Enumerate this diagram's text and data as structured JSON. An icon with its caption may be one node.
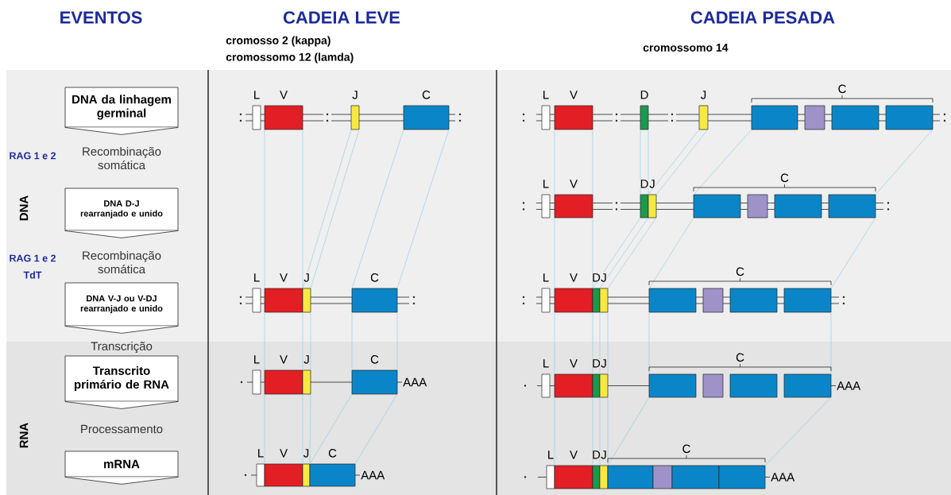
{
  "diagram": {
    "nodes": [
      {
        "text": [
          "DNA da linhagem germinal"
        ]
      },
      {
        "text": [
          "DNA D-J rearranjado e unido"
        ]
      },
      {
        "text": [
          "DNA V-J ou V-DJ rearranjado e unido"
        ]
      },
      {
        "text": [
          "Transcrito primário de RNA"
        ]
      },
      {
        "text": [
          "mRNA"
        ]
      },
      {
        "text": [
          "L"
        ]
      },
      {
        "text": [
          "V"
        ]
      },
      {
        "text": [
          "J"
        ]
      },
      {
        "text": [
          "C"
        ]
      },
      {
        "text": [
          "L"
        ]
      },
      {
        "text": [
          "V"
        ]
      },
      {
        "text": [
          "J"
        ]
      },
      {
        "text": [
          "C"
        ]
      },
      {
        "text": [
          "L"
        ]
      },
      {
        "text": [
          "V"
        ]
      },
      {
        "text": [
          "J"
        ]
      },
      {
        "text": [
          "C"
        ],
        "beside": [
          "AAA"
        ]
      },
      {
        "text": [
          "L"
        ]
      },
      {
        "text": [
          "V"
        ]
      },
      {
        "text": [
          "J"
        ]
      },
      {
        "text": [
          "C"
        ],
        "beside": [
          "AAA"
        ]
      },
      {
        "text": [
          "L"
        ]
      },
      {
        "text": [
          "V"
        ]
      },
      {
        "text": [
          "D"
        ]
      },
      {
        "text": [
          "J"
        ]
      },
      {
        "text": [
          "C"
        ]
      },
      {
        "text": [
          "L"
        ]
      },
      {
        "text": [
          "V"
        ]
      },
      {
        "text": [
          "D"
        ]
      },
      {
        "text": [
          "J"
        ]
      },
      {
        "text": [
          "C"
        ]
      },
      {
        "text": [
          "L"
        ]
      },
      {
        "text": [
          "V"
        ]
      },
      {
        "text": [
          "D"
        ]
      },
      {
        "text": [
          "J"
        ]
      },
      {
        "text": [
          "C"
        ]
      },
      {
        "text": [
          "L"
        ]
      },
      {
        "text": [
          "V"
        ]
      },
      {
        "text": [
          "D"
        ]
      },
      {
        "text": [
          "J"
        ]
      },
      {
        "text": [
          "C"
        ],
        "beside": [
          "AAA"
        ]
      },
      {
        "text": [
          "L"
        ]
      },
      {
        "text": [
          "V"
        ]
      },
      {
        "text": [
          "D"
        ]
      },
      {
        "text": [
          "J"
        ]
      },
      {
        "text": [
          "C"
        ],
        "beside": [
          "AAA"
        ]
      }
    ],
    "edges": [
      {
        "from": 6,
        "to": 10,
        "arrow": "none"
      },
      {
        "from": 6,
        "to": 10,
        "arrow": "none"
      },
      {
        "from": 7,
        "to": 11,
        "arrow": "none"
      },
      {
        "from": 7,
        "to": 11,
        "arrow": "none"
      },
      {
        "from": 8,
        "to": 12,
        "arrow": "none"
      },
      {
        "from": 8,
        "to": 12,
        "arrow": "none"
      },
      {
        "from": 10,
        "to": 14,
        "arrow": "none"
      },
      {
        "from": 10,
        "to": 14,
        "arrow": "none"
      },
      {
        "from": 11,
        "to": 15,
        "arrow": "none"
      },
      {
        "from": 12,
        "to": 16,
        "arrow": "none"
      },
      {
        "from": 12,
        "to": 16,
        "arrow": "none"
      },
      {
        "from": 14,
        "to": 18,
        "arrow": "none"
      },
      {
        "from": 14,
        "to": 18,
        "arrow": "none"
      },
      {
        "from": 15,
        "to": 19,
        "arrow": "none"
      },
      {
        "from": 16,
        "to": 20,
        "arrow": "none"
      },
      {
        "from": 16,
        "to": 20,
        "arrow": "none"
      },
      {
        "from": 22,
        "to": 27,
        "arrow": "none"
      },
      {
        "from": 22,
        "to": 27,
        "arrow": "none"
      },
      {
        "from": 23,
        "to": 28,
        "arrow": "none"
      },
      {
        "from": 23,
        "to": 28,
        "arrow": "none"
      },
      {
        "from": 24,
        "to": 29,
        "arrow": "none"
      },
      {
        "from": 24,
        "to": 29,
        "arrow": "none"
      },
      {
        "from": 25,
        "to": 30,
        "arrow": "none"
      },
      {
        "from": 25,
        "to": 30,
        "arrow": "none"
      },
      {
        "from": 27,
        "to": 32,
        "arrow": "none"
      },
      {
        "from": 27,
        "to": 32,
        "arrow": "none"
      },
      {
        "from": 28,
        "to": 33,
        "arrow": "none"
      },
      {
        "from": 28,
        "to": 33,
        "arrow": "none"
      },
      {
        "from": 29,
        "to": 34,
        "arrow": "none"
      },
      {
        "from": 30,
        "to": 35,
        "arrow": "none"
      },
      {
        "from": 30,
        "to": 35,
        "arrow": "none"
      },
      {
        "from": 32,
        "to": 37,
        "arrow": "none"
      },
      {
        "from": 32,
        "to": 37,
        "arrow": "none"
      },
      {
        "from": 33,
        "to": 38,
        "arrow": "none"
      },
      {
        "from": 34,
        "to": 39,
        "arrow": "none"
      },
      {
        "from": 35,
        "to": 40,
        "arrow": "none"
      },
      {
        "from": 35,
        "to": 40,
        "arrow": "none"
      },
      {
        "from": 37,
        "to": 42,
        "arrow": "none"
      },
      {
        "from": 37,
        "to": 42,
        "arrow": "none"
      },
      {
        "from": 38,
        "to": 43,
        "arrow": "none"
      },
      {
        "from": 39,
        "to": 44,
        "arrow": "none"
      },
      {
        "from": 40,
        "to": 45,
        "arrow": "none"
      },
      {
        "from": 40,
        "to": 45,
        "arrow": "none"
      }
    ],
    "labels": [
      "EVENTOS",
      "CADEIA LEVE",
      "CADEIA PESADA",
      "cromosso 2 (kappa)",
      "cromossomo 12 (lamda)",
      "cromossomo 14",
      "RAG 1 e 2",
      "Recombinação somática",
      "DNA",
      "RAG 1 e 2",
      "TdT",
      "Recombinação somática",
      "Transcrição",
      "RNA",
      "Processamento"
    ]
  }
}
